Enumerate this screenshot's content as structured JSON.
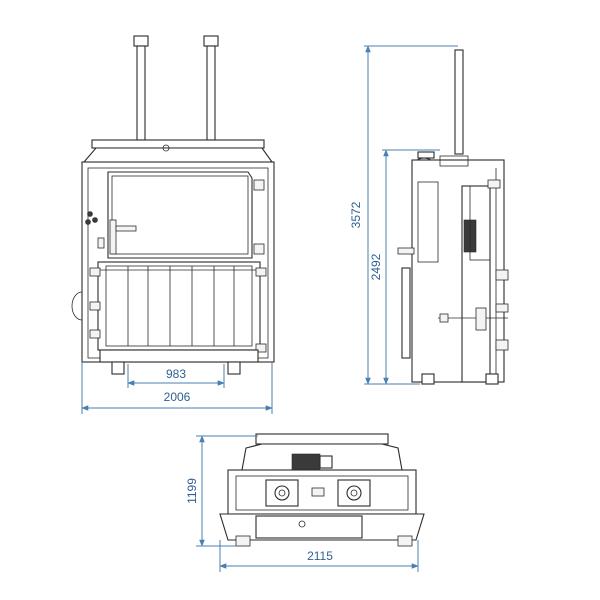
{
  "colors": {
    "dimension": "#4a7fb0",
    "dimension_text": "#2e5f93",
    "machine_line": "#2b2b2b"
  },
  "front_view": {
    "width_label": "2006",
    "inner_width_label": "983"
  },
  "side_view": {
    "total_height_label": "3572",
    "body_height_label": "2492"
  },
  "top_view": {
    "width_label": "2115",
    "depth_label": "1199"
  }
}
